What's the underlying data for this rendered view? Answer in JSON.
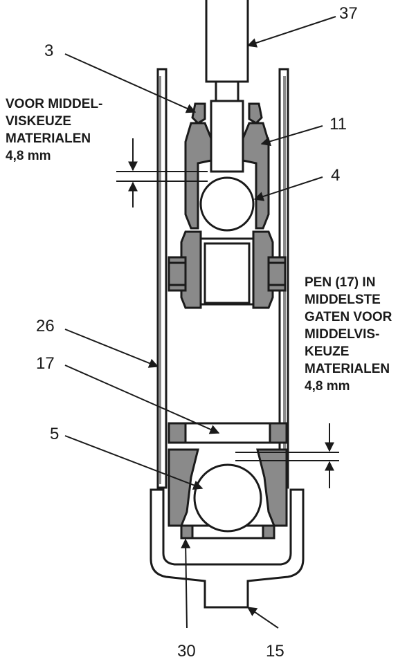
{
  "callouts": {
    "c37": "37",
    "c3": "3",
    "c11": "11",
    "c4": "4",
    "c26": "26",
    "c17": "17",
    "c5": "5",
    "c30": "30",
    "c15": "15"
  },
  "notes": {
    "top": [
      "VOOR MIDDEL-",
      "VISKEUZE",
      "MATERIALEN",
      "4,8 mm"
    ],
    "right": [
      "PEN (17) IN",
      "MIDDELSTE",
      "GATEN VOOR",
      "MIDDELVIS-",
      "KEUZE",
      "MATERIALEN",
      "4,8 mm"
    ]
  },
  "colors": {
    "line": "#1a1a1a",
    "shade": "#8a8a8a",
    "fill": "#ffffff"
  }
}
